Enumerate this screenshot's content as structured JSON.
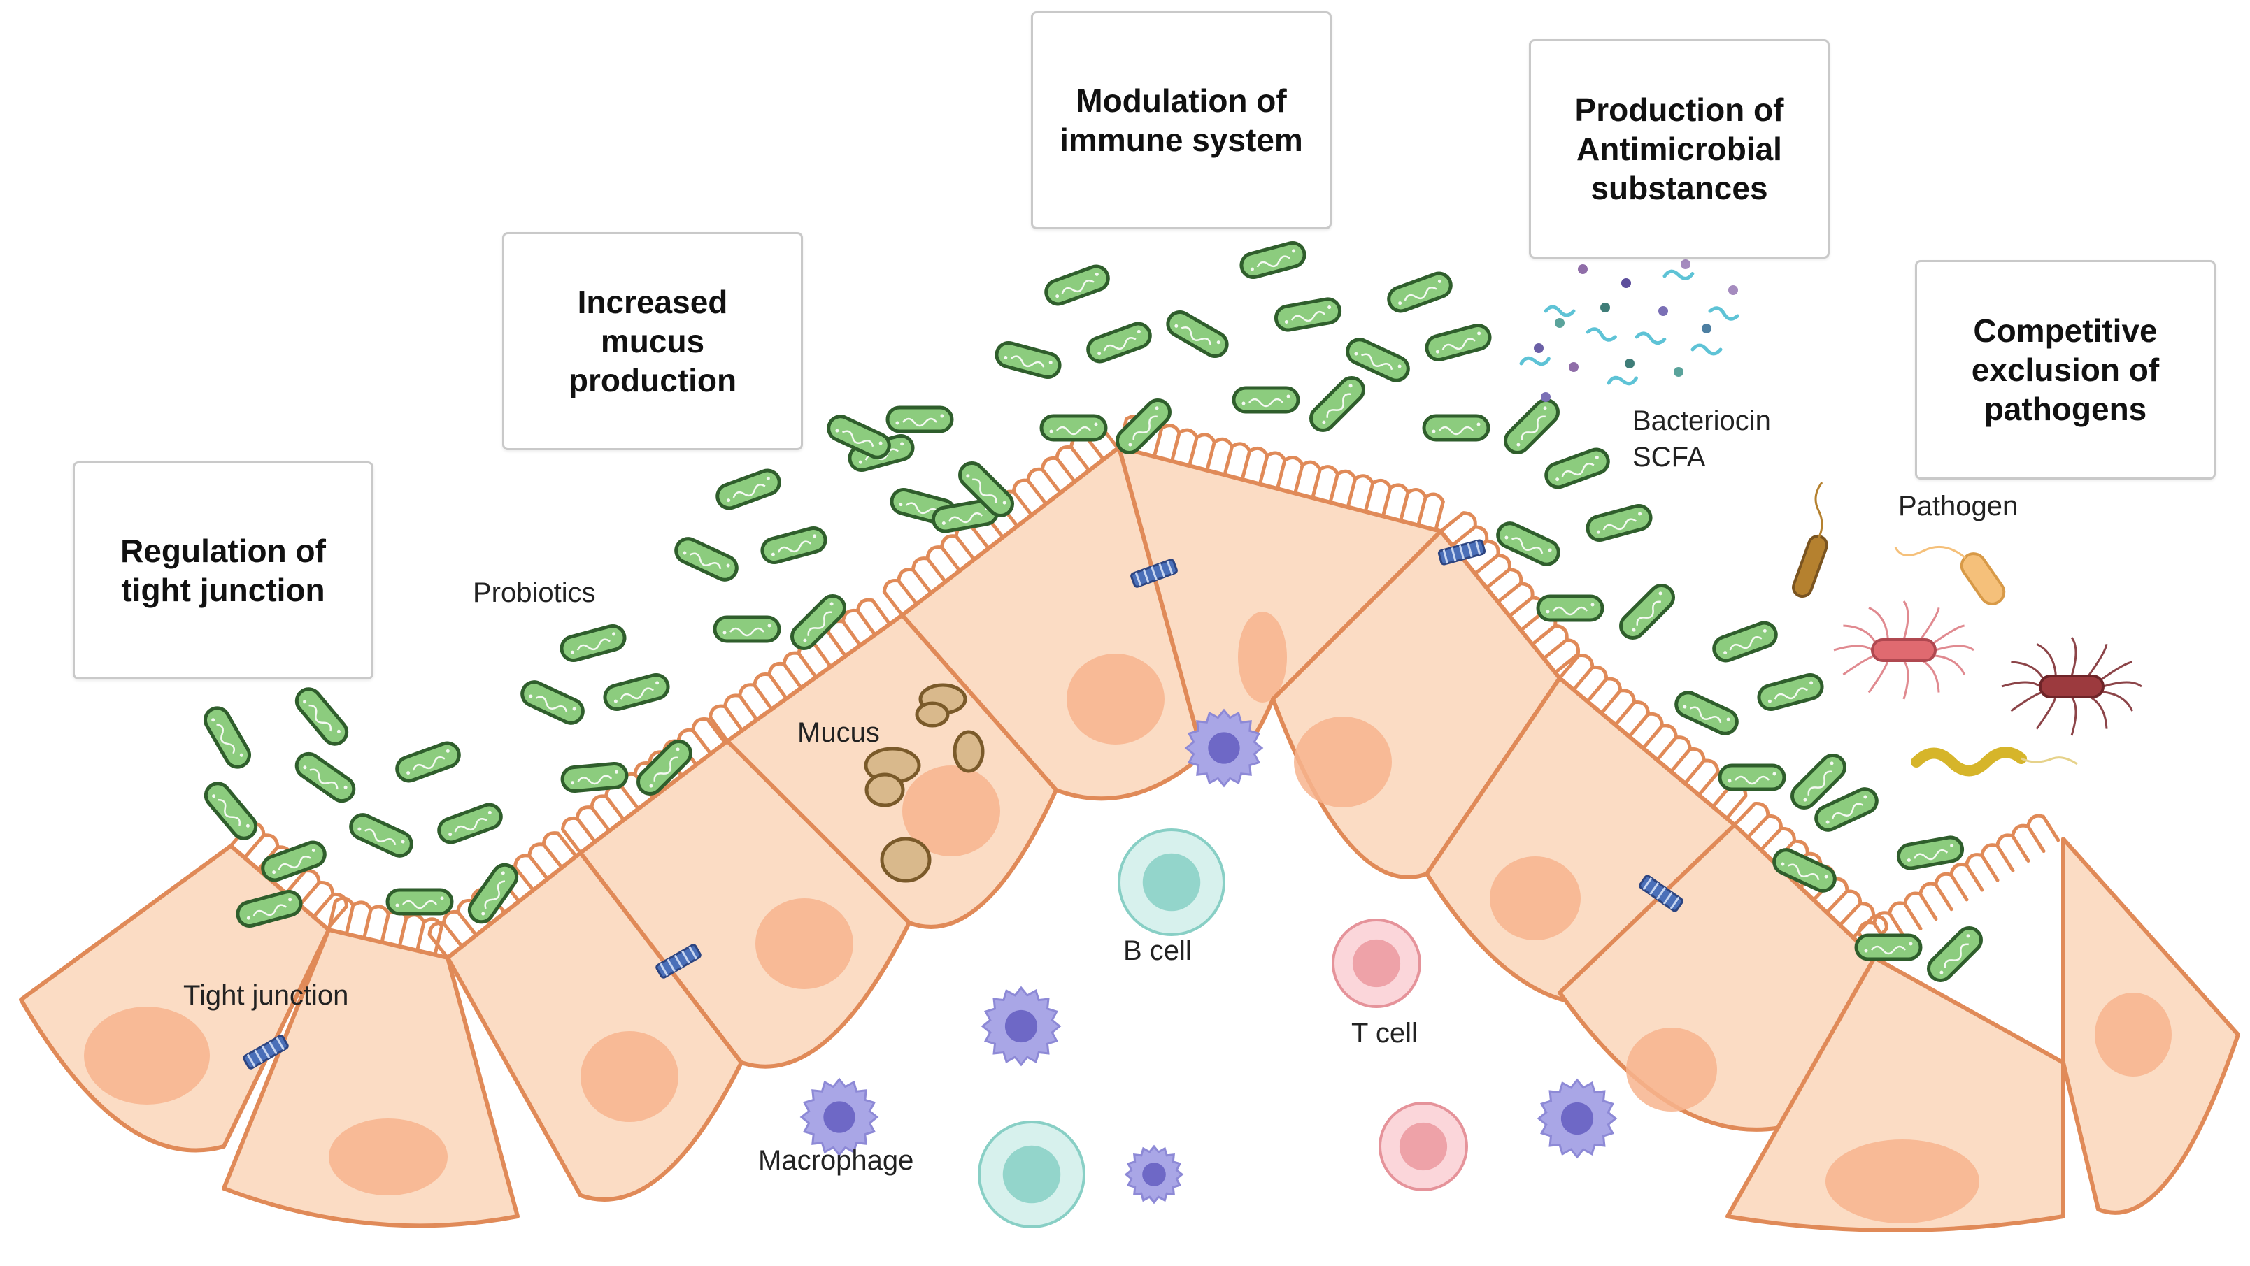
{
  "boxes": {
    "tight_junction": "Regulation of\ntight junction",
    "mucus": "Increased\nmucus\nproduction",
    "immune": "Modulation of\nimmune system",
    "antimicrobial": "Production of\nAntimicrobial\nsubstances",
    "competitive": "Competitive\nexclusion of\npathogens"
  },
  "labels": {
    "probiotics": "Probiotics",
    "tight_junction": "Tight junction",
    "mucus": "Mucus",
    "bacteriocin": "Bacteriocin",
    "scfa": "SCFA",
    "pathogen": "Pathogen",
    "b_cell": "B cell",
    "t_cell": "T cell",
    "macrophage": "Macrophage"
  },
  "colors": {
    "cell_fill": "#fbdcc4",
    "cell_stroke": "#e08a58",
    "nucleus": "#f7b48e",
    "probiotic_fill": "#8ccc7e",
    "probiotic_stroke": "#2f5e2c",
    "junction": "#4a6fb8",
    "macrophage": "#a9a6e6",
    "b_cell": "#9ad9cf",
    "t_cell": "#f1a0a6"
  }
}
